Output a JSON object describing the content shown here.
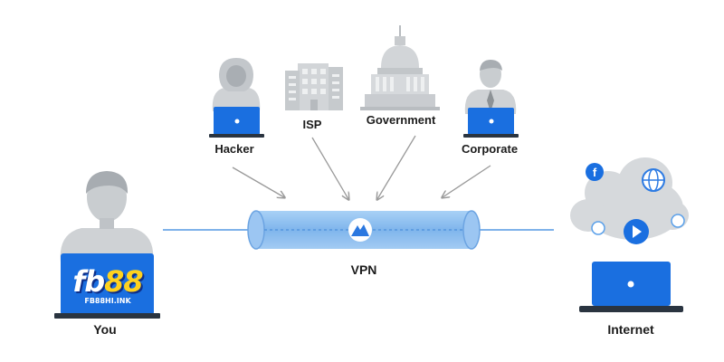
{
  "nodes": {
    "hacker": "Hacker",
    "isp": "ISP",
    "government": "Government",
    "corporate": "Corporate",
    "you": "You",
    "vpn": "VPN",
    "internet": "Internet"
  },
  "watermark": {
    "logo_text_letters": "fb",
    "logo_text_digits": "88",
    "logo_subtext": "FB88HI.INK"
  },
  "colors": {
    "laptop_blue": "#1a6fe0",
    "tunnel_blue": "#8cc0f1",
    "figure_gray": "#d6d8da",
    "line_blue": "#7fb2ea"
  },
  "icons": [
    "hacker-figure",
    "isp-building-icon",
    "government-capitol-icon",
    "corporate-figure",
    "user-figure",
    "vpn-shield-icon",
    "cloud-icon",
    "laptop-icon"
  ]
}
